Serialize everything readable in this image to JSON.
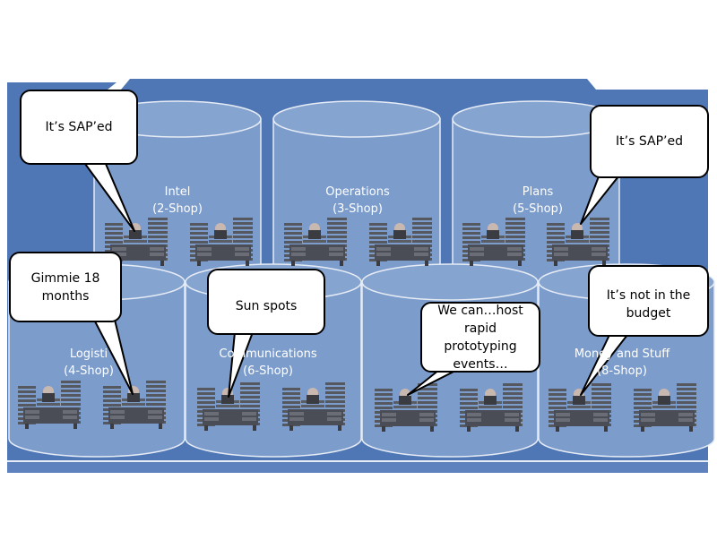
{
  "colors": {
    "background_block": "#4F76B5",
    "cylinder_fill": "#7C9CCB",
    "cylinder_line": "#E6ECF5",
    "desk": "#4A4D55",
    "bubble_fill": "#FFFFFF",
    "bubble_border": "#000000"
  },
  "cylinders": {
    "intel": {
      "name": "Intel",
      "shop": "(2-Shop)"
    },
    "operations": {
      "name": "Operations",
      "shop": "(3-Shop)"
    },
    "plans": {
      "name": "Plans",
      "shop": "(5-Shop)"
    },
    "logistics": {
      "name": "Logisti",
      "shop": "(4-Shop)"
    },
    "communications": {
      "name": "Communications",
      "shop": "(6-Shop)"
    },
    "unnamed": {
      "name": "",
      "shop": "("
    },
    "money": {
      "name": "Money and Stuff",
      "shop": "(8-Shop)"
    }
  },
  "bubbles": {
    "intel": "It’s SAP’ed",
    "plans": "It’s SAP’ed",
    "logistics": "Gimmie 18\nmonths",
    "communications": "Sun spots",
    "unnamed": "We can…host\nrapid prototyping\nevents…",
    "money": "It’s not in the\nbudget"
  },
  "icons": {
    "workstation": "person-at-desk-with-server-stacks-icon"
  }
}
